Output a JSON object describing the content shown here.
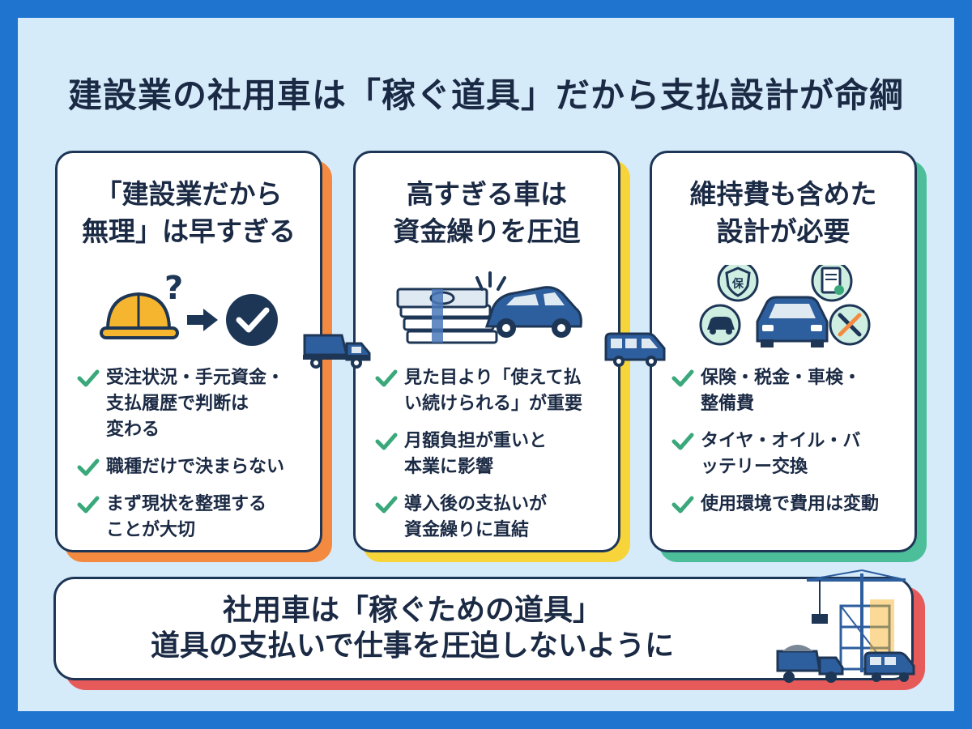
{
  "title": "建設業の社用車は「稼ぐ道具」だから支払設計が命綱",
  "colors": {
    "background_border": "#1f74cf",
    "background": "#d6ebfa",
    "navy": "#1e3656",
    "orange": "#f38a3f",
    "yellow": "#f7d43a",
    "green": "#4cbf9a",
    "red": "#e65a5a",
    "check": "#3aa87a"
  },
  "cards": [
    {
      "title_lines": [
        "「建設業だから",
        "無理」は早すぎる"
      ],
      "icons": [
        "hard-hat-icon",
        "question-mark-icon",
        "arrow-right-icon",
        "check-circle-icon"
      ],
      "bullets": [
        {
          "lines": [
            "受注状況・手元資金・",
            "支払履歴で判断は",
            "変わる"
          ]
        },
        {
          "lines": [
            "職種だけで決まらない"
          ]
        },
        {
          "lines": [
            "まず現状を整理する",
            "ことが大切"
          ]
        }
      ]
    },
    {
      "title_lines": [
        "高すぎる車は",
        "資金繰りを圧迫"
      ],
      "icons": [
        "money-stack-icon",
        "car-crash-icon"
      ],
      "bullets": [
        {
          "lines": [
            "見た目より「使えて払",
            "い続けられる」が重要"
          ]
        },
        {
          "lines": [
            "月額負担が重いと",
            "本業に影響"
          ]
        },
        {
          "lines": [
            "導入後の支払いが",
            "資金繰りに直結"
          ]
        }
      ]
    },
    {
      "title_lines": [
        "維持費も含めた",
        "設計が必要"
      ],
      "icons": [
        "insurance-shield-icon",
        "document-check-icon",
        "car-icon",
        "small-car-icon",
        "tools-icon"
      ],
      "badge_text": "保",
      "bullets": [
        {
          "lines": [
            "保険・税金・車検・",
            "整備費"
          ]
        },
        {
          "lines": [
            "タイヤ・オイル・バ",
            "ッテリー交換"
          ]
        },
        {
          "lines": [
            "使用環境で費用は変動"
          ]
        }
      ]
    }
  ],
  "bottom": {
    "lines": [
      "社用車は「稼ぐための道具」",
      "道具の支払いで仕事を圧迫しないように"
    ]
  }
}
